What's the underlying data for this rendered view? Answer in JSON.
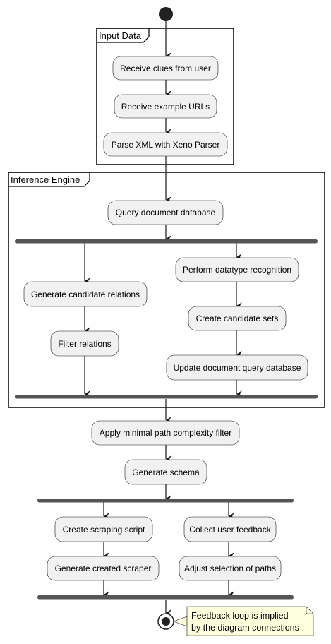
{
  "colors": {
    "node_fill": "#F1F1F1",
    "node_stroke": "#181818",
    "bar_fill": "#555555",
    "note_fill": "#FEFFDD",
    "edge": "#181818"
  },
  "frames": {
    "input": {
      "title": "Input Data"
    },
    "inference": {
      "title": "Inference Engine"
    }
  },
  "nodes": {
    "receive_clues": "Receive clues from user",
    "receive_urls": "Receive example URLs",
    "parse_xml": "Parse XML with Xeno Parser",
    "query_db": "Query document database",
    "gen_relations": "Generate candidate relations",
    "filter_relations": "Filter relations",
    "datatype_recog": "Perform datatype recognition",
    "candidate_sets": "Create candidate sets",
    "update_db": "Update document query database",
    "path_filter": "Apply minimal path complexity filter",
    "gen_schema": "Generate schema",
    "scraping_script": "Create scraping script",
    "gen_scraper": "Generate created scraper",
    "user_feedback": "Collect user feedback",
    "adjust_paths": "Adjust selection of paths"
  },
  "note": {
    "line1": "Feedback loop is implied",
    "line2": "by the diagram connections"
  }
}
